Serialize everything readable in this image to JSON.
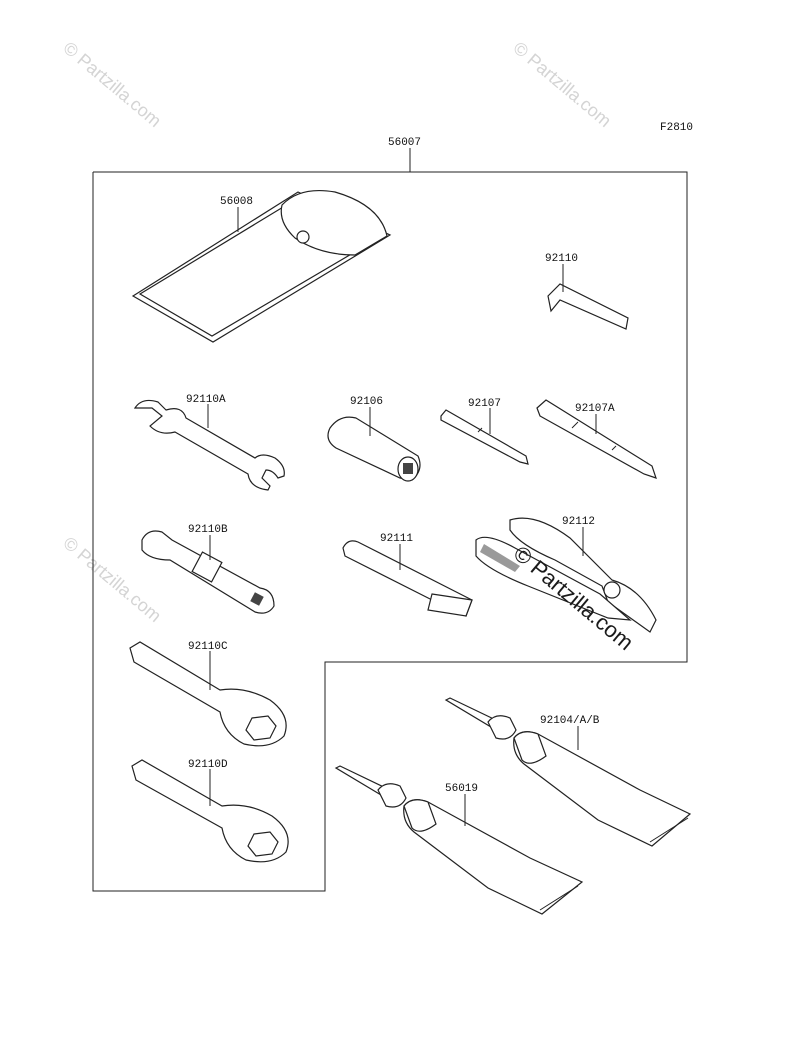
{
  "figure_code": "F2810",
  "watermark": "© Partzilla.com",
  "parts": {
    "kit": "56007",
    "pouch": "56008",
    "hex_key": "92110",
    "wrench_a": "92110A",
    "handle": "92106",
    "screwdriver": "92107",
    "screwdriver_a": "92107A",
    "box_wrench_b": "92110B",
    "extension": "92111",
    "pliers": "92112",
    "ring_wrench_c": "92110C",
    "ring_wrench_d": "92110D",
    "tube_1": "92104/A/B",
    "tube_2": "56019"
  }
}
